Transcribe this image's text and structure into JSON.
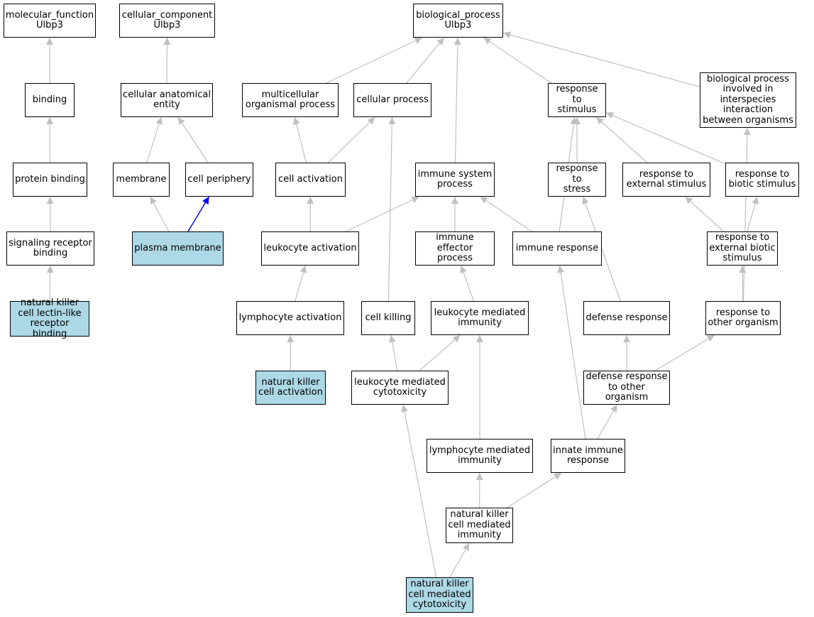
{
  "colors": {
    "edge_default": "#c0c0c0",
    "edge_selected": "#0000ff",
    "node_fill": "#ffffff",
    "node_highlight": "#add8e6",
    "node_border": "#000000"
  },
  "nodes": [
    {
      "id": "mf",
      "label": "molecular_function\nUlbp3",
      "highlight": false
    },
    {
      "id": "cc",
      "label": "cellular_component\nUlbp3",
      "highlight": false
    },
    {
      "id": "bp",
      "label": "biological_process\nUlbp3",
      "highlight": false
    },
    {
      "id": "binding",
      "label": "binding",
      "highlight": false
    },
    {
      "id": "cae",
      "label": "cellular anatomical\nentity",
      "highlight": false
    },
    {
      "id": "mop",
      "label": "multicellular\norganismal process",
      "highlight": false
    },
    {
      "id": "cp",
      "label": "cellular process",
      "highlight": false
    },
    {
      "id": "rts",
      "label": "response to\nstimulus",
      "highlight": false
    },
    {
      "id": "bpii",
      "label": "biological process\ninvolved in\ninterspecies\ninteraction\nbetween organisms",
      "highlight": false
    },
    {
      "id": "pb",
      "label": "protein binding",
      "highlight": false
    },
    {
      "id": "membrane",
      "label": "membrane",
      "highlight": false
    },
    {
      "id": "cperiph",
      "label": "cell periphery",
      "highlight": false
    },
    {
      "id": "cact",
      "label": "cell activation",
      "highlight": false
    },
    {
      "id": "isp",
      "label": "immune system\nprocess",
      "highlight": false
    },
    {
      "id": "rstress",
      "label": "response to\nstress",
      "highlight": false
    },
    {
      "id": "res",
      "label": "response to\nexternal stimulus",
      "highlight": false
    },
    {
      "id": "rbs",
      "label": "response to\nbiotic stimulus",
      "highlight": false
    },
    {
      "id": "srb",
      "label": "signaling receptor\nbinding",
      "highlight": false
    },
    {
      "id": "pm",
      "label": "plasma membrane",
      "highlight": true
    },
    {
      "id": "lact",
      "label": "leukocyte activation",
      "highlight": false
    },
    {
      "id": "iep",
      "label": "immune effector\nprocess",
      "highlight": false
    },
    {
      "id": "ir",
      "label": "immune response",
      "highlight": false
    },
    {
      "id": "rebs",
      "label": "response to\nexternal biotic\nstimulus",
      "highlight": false
    },
    {
      "id": "nkclrb",
      "label": "natural killer\ncell lectin-like\nreceptor binding",
      "highlight": true
    },
    {
      "id": "lyact",
      "label": "lymphocyte activation",
      "highlight": false
    },
    {
      "id": "ck",
      "label": "cell killing",
      "highlight": false
    },
    {
      "id": "lmi",
      "label": "leukocyte mediated\nimmunity",
      "highlight": false
    },
    {
      "id": "dr",
      "label": "defense response",
      "highlight": false
    },
    {
      "id": "rtoo",
      "label": "response to\nother organism",
      "highlight": false
    },
    {
      "id": "nkca",
      "label": "natural killer\ncell activation",
      "highlight": true
    },
    {
      "id": "lmc",
      "label": "leukocyte mediated\ncytotoxicity",
      "highlight": false
    },
    {
      "id": "drtoo",
      "label": "defense response\nto other organism",
      "highlight": false
    },
    {
      "id": "lymi",
      "label": "lymphocyte mediated\nimmunity",
      "highlight": false
    },
    {
      "id": "iir",
      "label": "innate immune\nresponse",
      "highlight": false
    },
    {
      "id": "nkcmi",
      "label": "natural killer\ncell mediated\nimmunity",
      "highlight": false
    },
    {
      "id": "nkcmc",
      "label": "natural killer\ncell mediated\ncytotoxicity",
      "highlight": true
    }
  ],
  "edges": [
    {
      "from": "binding",
      "to": "mf"
    },
    {
      "from": "pb",
      "to": "binding"
    },
    {
      "from": "srb",
      "to": "pb"
    },
    {
      "from": "nkclrb",
      "to": "srb"
    },
    {
      "from": "cae",
      "to": "cc"
    },
    {
      "from": "membrane",
      "to": "cae"
    },
    {
      "from": "cperiph",
      "to": "cae"
    },
    {
      "from": "pm",
      "to": "membrane"
    },
    {
      "from": "pm",
      "to": "cperiph",
      "selected": true
    },
    {
      "from": "mop",
      "to": "bp"
    },
    {
      "from": "cp",
      "to": "bp"
    },
    {
      "from": "isp",
      "to": "bp"
    },
    {
      "from": "rts",
      "to": "bp"
    },
    {
      "from": "bpii",
      "to": "bp"
    },
    {
      "from": "cact",
      "to": "mop"
    },
    {
      "from": "cact",
      "to": "cp"
    },
    {
      "from": "ck",
      "to": "cp"
    },
    {
      "from": "lact",
      "to": "cact"
    },
    {
      "from": "lact",
      "to": "isp"
    },
    {
      "from": "iep",
      "to": "isp"
    },
    {
      "from": "ir",
      "to": "isp"
    },
    {
      "from": "ir",
      "to": "rts"
    },
    {
      "from": "rstress",
      "to": "rts"
    },
    {
      "from": "res",
      "to": "rts"
    },
    {
      "from": "rbs",
      "to": "rts"
    },
    {
      "from": "rebs",
      "to": "res"
    },
    {
      "from": "rebs",
      "to": "rbs"
    },
    {
      "from": "rtoo",
      "to": "rebs"
    },
    {
      "from": "rtoo",
      "to": "bpii"
    },
    {
      "from": "lyact",
      "to": "lact"
    },
    {
      "from": "nkca",
      "to": "lyact"
    },
    {
      "from": "lmi",
      "to": "iep"
    },
    {
      "from": "lmc",
      "to": "ck"
    },
    {
      "from": "lmc",
      "to": "lmi"
    },
    {
      "from": "dr",
      "to": "rstress"
    },
    {
      "from": "drtoo",
      "to": "dr"
    },
    {
      "from": "drtoo",
      "to": "rtoo"
    },
    {
      "from": "iir",
      "to": "ir"
    },
    {
      "from": "iir",
      "to": "drtoo"
    },
    {
      "from": "lymi",
      "to": "lmi"
    },
    {
      "from": "nkcmi",
      "to": "lymi"
    },
    {
      "from": "nkcmi",
      "to": "iir"
    },
    {
      "from": "nkcmc",
      "to": "lmc"
    },
    {
      "from": "nkcmc",
      "to": "nkcmi"
    }
  ]
}
